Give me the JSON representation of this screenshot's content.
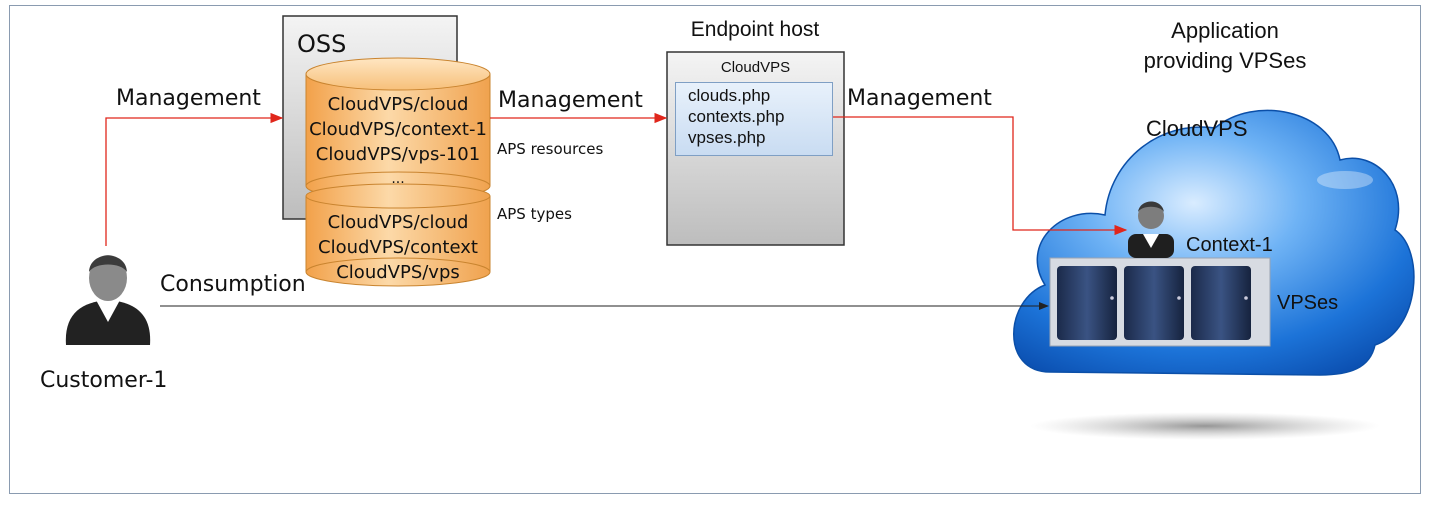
{
  "oss": {
    "title": "OSS",
    "resources": [
      "CloudVPS/cloud",
      "CloudVPS/context-1",
      "CloudVPS/vps-101",
      "..."
    ],
    "types": [
      "CloudVPS/cloud",
      "CloudVPS/context",
      "CloudVPS/vps"
    ],
    "resources_label": "APS resources",
    "types_label": "APS types"
  },
  "endpoint": {
    "title": "Endpoint host",
    "app_label": "CloudVPS",
    "files": [
      "clouds.php",
      "contexts.php",
      "vpses.php"
    ]
  },
  "application": {
    "title_line1": "Application",
    "title_line2": "providing VPSes",
    "cloud_label": "CloudVPS",
    "context_label": "Context-1",
    "vpses_label": "VPSes"
  },
  "customer": {
    "label": "Customer-1"
  },
  "arrows": {
    "management_1": "Management",
    "management_2": "Management",
    "management_3": "Management",
    "consumption": "Consumption"
  },
  "colors": {
    "management_arrow": "#e0261b",
    "consumption_arrow": "#222222",
    "cylinder": "#f6b562",
    "cloud": "#1f6fd1"
  }
}
